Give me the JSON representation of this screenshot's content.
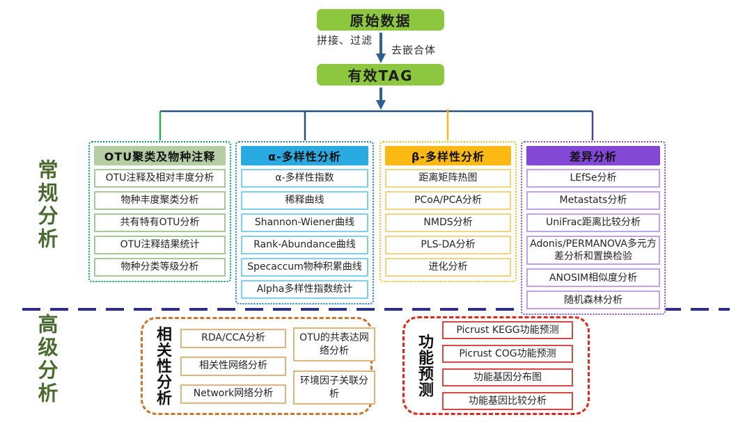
{
  "flow": {
    "raw_data_label": "原始数据",
    "merge_filter_label": "拼接、过滤",
    "remove_chimera_label": "去嵌合体",
    "valid_tag_label": "有效TAG"
  },
  "sections": {
    "regular_label": "常规分析",
    "advanced_label": "高级分析"
  },
  "columns": [
    {
      "title": "OTU聚类及物种注释",
      "accent": "#00a05c",
      "header_bg": "#b5cda2",
      "items": [
        "OTU注释及相对丰度分析",
        "物种丰度聚类分析",
        "共有特有OTU分析",
        "OTU注释结果统计",
        "物种分类等级分析"
      ]
    },
    {
      "title": "α-多样性分析",
      "accent": "#1b7fc4",
      "header_bg": "#29abe2",
      "items": [
        "α-多样性指数",
        "稀释曲线",
        "Shannon-Wiener曲线",
        "Rank-Abundance曲线",
        "Specaccum物种积累曲线",
        "Alpha多样性指数统计"
      ]
    },
    {
      "title": "β-多样性分析",
      "accent": "#f2bb16",
      "header_bg": "#fdb913",
      "items": [
        "距离矩阵热图",
        "PCoA/PCA分析",
        "NMDS分析",
        "PLS-DA分析",
        "进化分析"
      ]
    },
    {
      "title": "差异分析",
      "accent": "#8148d8",
      "header_bg": "#8247d5",
      "items": [
        "LEfSe分析",
        "Metastats分析",
        "UniFrac距离比较分析",
        "Adonis/PERMANOVA多元方差分析和置换检验",
        "ANOSIM相似度分析",
        "随机森林分析"
      ]
    }
  ],
  "advanced_groups": {
    "correlation": {
      "title": "相关性分析",
      "accent": "#c8782e",
      "items_left": [
        "RDA/CCA分析",
        "相关性网络分析",
        "Network网络分析"
      ],
      "items_right": [
        "OTU的共表达网络分析",
        "环境因子关联分析"
      ]
    },
    "function": {
      "title": "功能预测",
      "accent": "#e0271d",
      "items": [
        "Picrust KEGG功能预测",
        "Picrust COG功能预测",
        "功能基因分布图",
        "功能基因比较分析"
      ]
    }
  },
  "colors": {
    "flow_box_green": "#8dc63f",
    "arrow_blue": "#2e6096",
    "tree_line_navy": "#2c5179",
    "drop_green": "#2faa57",
    "drop_gold": "#f0b81c",
    "drop_purple": "#5c3a8e",
    "divider_indigo": "#2b2d92",
    "side_label_green": "#4a6b2f"
  }
}
